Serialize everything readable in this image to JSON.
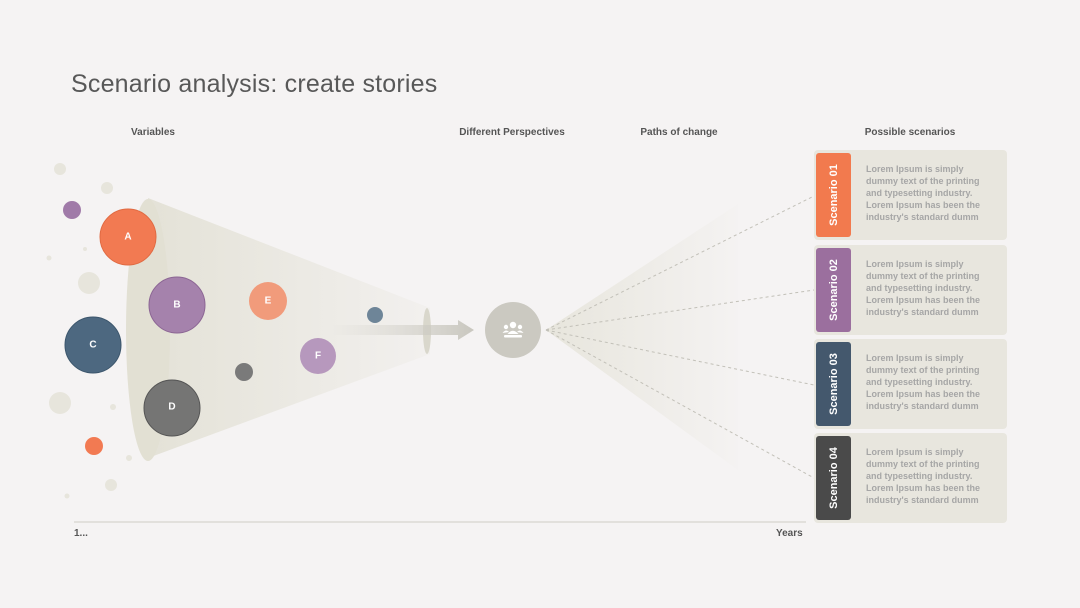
{
  "title": "Scenario analysis: create stories",
  "columns": {
    "variables": "Variables",
    "perspectives": "Different Perspectives",
    "paths": "Paths of change",
    "scenarios": "Possible scenarios"
  },
  "axis": {
    "start": "1...",
    "end": "Years"
  },
  "bubbles": [
    {
      "label": "A",
      "color": "#f27a52"
    },
    {
      "label": "B",
      "color": "#a07aa8"
    },
    {
      "label": "C",
      "color": "#4d6880"
    },
    {
      "label": "D",
      "color": "#6b6b6b"
    },
    {
      "label": "E",
      "color": "#f29270"
    },
    {
      "label": "F",
      "color": "#b08fb8"
    }
  ],
  "center_icon": "team-icon",
  "scenarios": [
    {
      "label": "Scenario 01",
      "color": "#f27a4e",
      "text": "Lorem Ipsum is simply dummy text of the printing and typesetting industry. Lorem Ipsum has been the industry's standard dumm"
    },
    {
      "label": "Scenario 02",
      "color": "#9b6f9e",
      "text": "Lorem Ipsum is simply dummy text of the printing and typesetting industry. Lorem Ipsum has been the industry's standard dumm"
    },
    {
      "label": "Scenario 03",
      "color": "#44586d",
      "text": "Lorem Ipsum is simply dummy text of the printing and typesetting industry. Lorem Ipsum has been the industry's standard dumm"
    },
    {
      "label": "Scenario 04",
      "color": "#4a4a4a",
      "text": "Lorem Ipsum is simply dummy text of the printing and typesetting industry. Lorem Ipsum has been the industry's standard dumm"
    }
  ]
}
